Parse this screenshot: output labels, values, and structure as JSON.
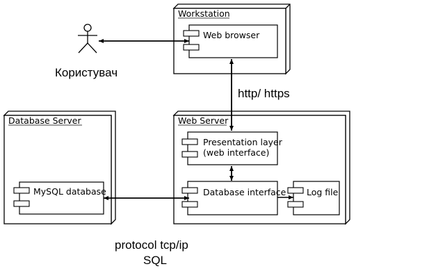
{
  "actor": {
    "label": "Користувач"
  },
  "nodes": {
    "workstation": {
      "title": "Workstation",
      "components": {
        "web_browser": "Web browser"
      }
    },
    "web_server": {
      "title": "Web Server",
      "components": {
        "presentation_layer_line1": "Presentation layer",
        "presentation_layer_line2": "(web interface)",
        "database_interface": "Database interface",
        "log_file": "Log file"
      }
    },
    "database_server": {
      "title": "Database Server",
      "components": {
        "mysql_database": "MySQL database"
      }
    }
  },
  "connections": {
    "http": "http/ https",
    "tcp_line1": "protocol tcp/ip",
    "tcp_line2": "SQL"
  }
}
